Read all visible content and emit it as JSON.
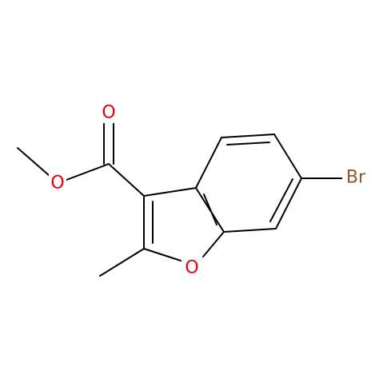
{
  "atoms": {
    "o_carbonyl": {
      "label": "O",
      "color": "#e8000b"
    },
    "o_ester": {
      "label": "O",
      "color": "#e8000b"
    },
    "o_ring": {
      "label": "O",
      "color": "#e8000b"
    },
    "br": {
      "label": "Br",
      "color": "#8b5a2b"
    }
  }
}
